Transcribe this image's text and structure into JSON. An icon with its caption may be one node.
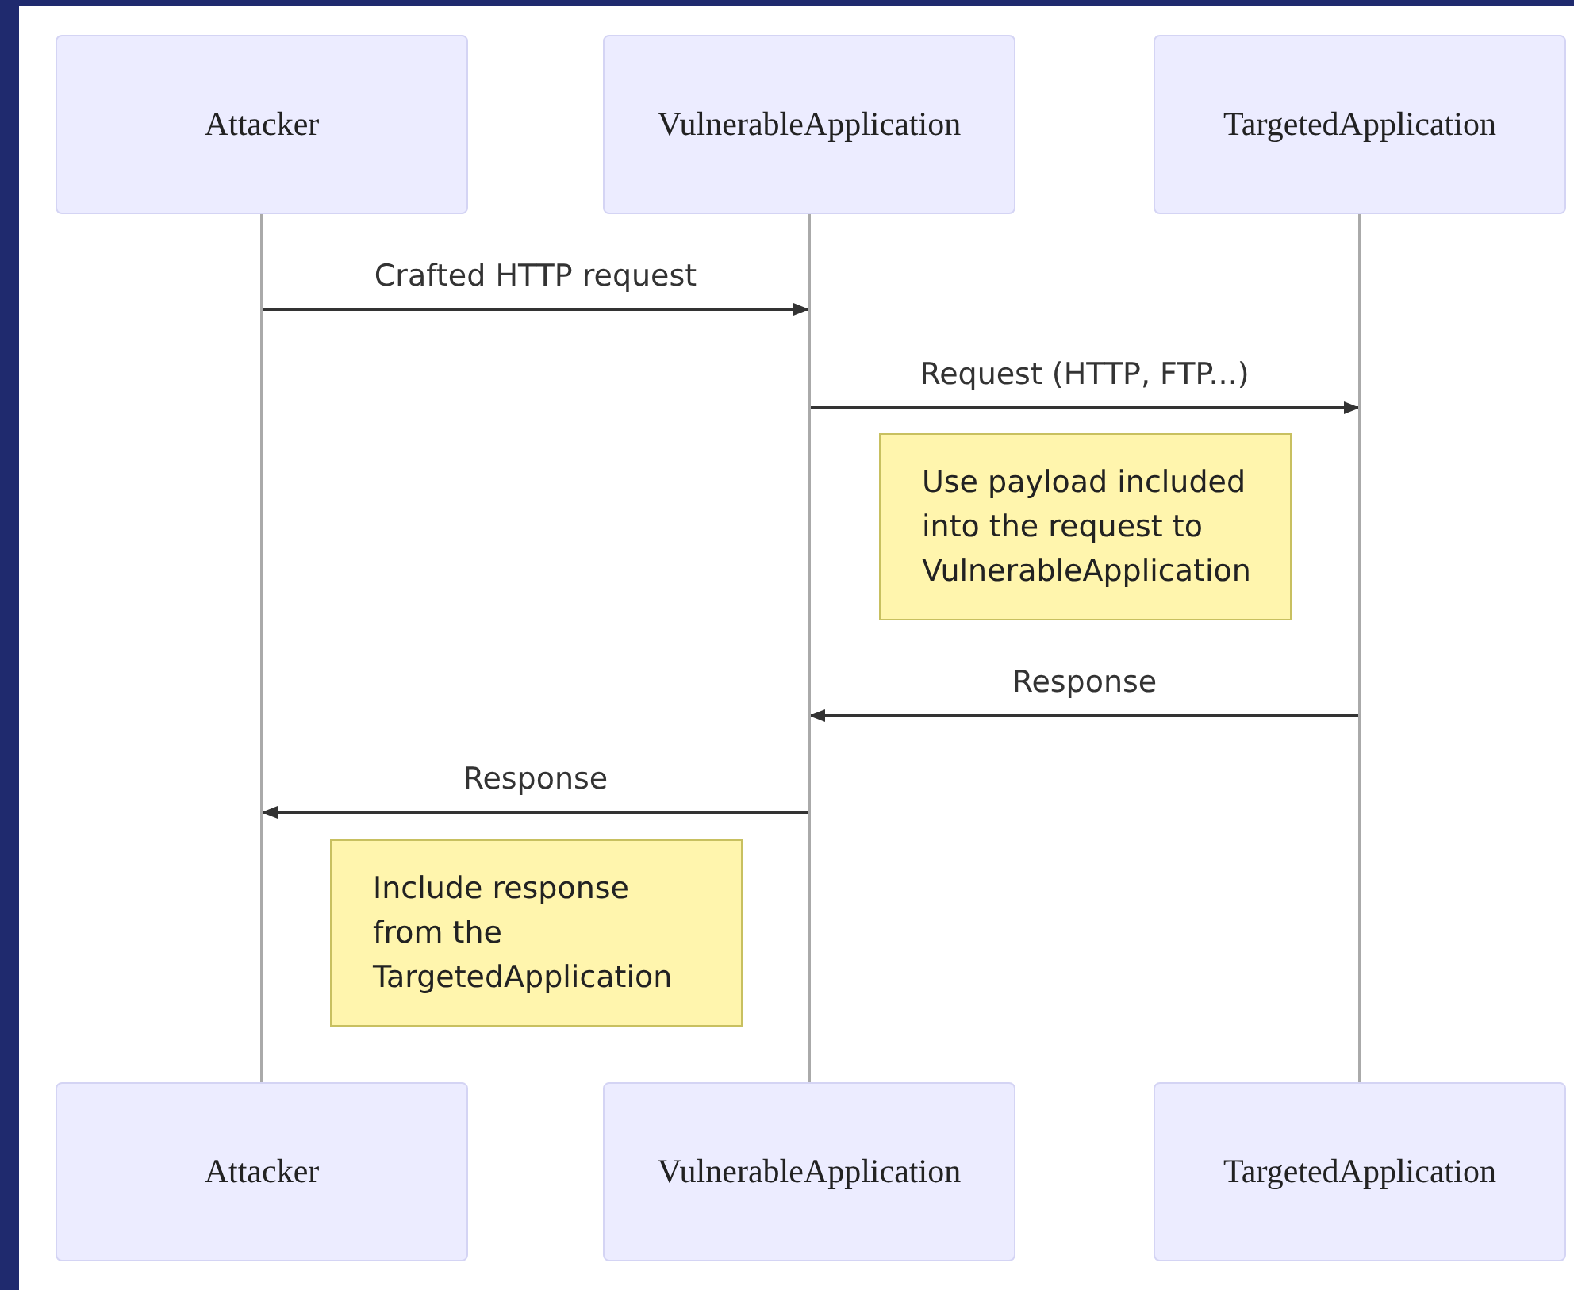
{
  "diagram": {
    "nodes": [
      {
        "text": [
          "Attacker"
        ]
      },
      {
        "text": [
          "VulnerableApplication"
        ]
      },
      {
        "text": [
          "TargetedApplication"
        ]
      },
      {
        "text": [],
        "shape": "bar"
      },
      {
        "text": [],
        "shape": "bar"
      },
      {
        "text": [],
        "shape": "bar"
      },
      {
        "text": [
          "Use payload included into the request to VulnerableApplication"
        ]
      },
      {
        "text": [
          "Include response from the TargetedApplication"
        ]
      },
      {
        "text": [
          "Attacker"
        ]
      },
      {
        "text": [
          "VulnerableApplication"
        ]
      },
      {
        "text": [
          "TargetedApplication"
        ]
      }
    ],
    "edges": [
      {
        "from": 3,
        "to": 4,
        "arrow": "to",
        "label": "Crafted HTTP request"
      },
      {
        "from": 4,
        "to": 5,
        "arrow": "to",
        "label": "Request (HTTP, FTP...)"
      },
      {
        "from": 5,
        "to": 4,
        "arrow": "to",
        "label": "Response"
      },
      {
        "from": 4,
        "to": 3,
        "arrow": "to",
        "label": "Response"
      }
    ]
  }
}
